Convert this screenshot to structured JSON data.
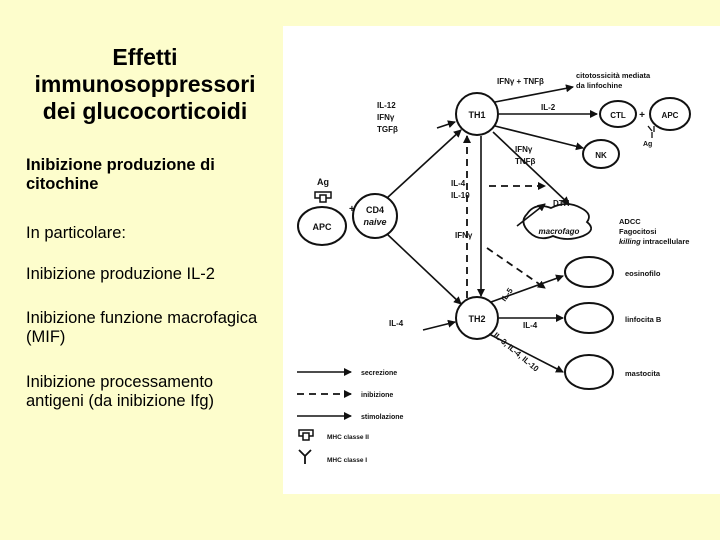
{
  "title": {
    "lines": [
      "Effetti",
      "immunosoppressori",
      "dei glucocorticoidi"
    ]
  },
  "bullets": [
    {
      "lines": [
        "Inibizione produzione di",
        "citochine"
      ],
      "bold": true
    },
    {
      "lines": [
        "In particolare:"
      ],
      "bold": false
    },
    {
      "lines": [
        "Inibizione produzione IL-2"
      ],
      "bold": false
    },
    {
      "lines": [
        "Inibizione funzione macrofagica",
        "(MIF)"
      ],
      "bold": false
    },
    {
      "lines": [
        "Inibizione processamento",
        "antigeni (da inibizione Ifg)"
      ],
      "bold": false
    }
  ],
  "diagram": {
    "nodes": {
      "th1": "TH1",
      "th2": "TH2",
      "cd4": "CD4",
      "naive": "naive",
      "apc_left": "APC",
      "ctl": "CTL",
      "apc_right": "APC",
      "nk": "NK",
      "ag_left": "Ag",
      "ag_right": "Ag",
      "plus_left": "+",
      "plus_right": "+"
    },
    "labels": {
      "il12": "IL-12",
      "ifng_left": "IFNγ",
      "tgfb": "TGFβ",
      "ifng_tnfb_top": "IFNγ + TNFβ",
      "cytotox_1": "citotossicità mediata",
      "cytotox_2": "da linfochine",
      "il2": "IL-2",
      "ifng_mid": "IFNγ",
      "tnfb_mid": "TNFβ",
      "il4_mid": "IL-4",
      "il10_mid": "IL-10",
      "dth": "DTH",
      "macrofago": "macrofago",
      "adcc": "ADCC",
      "fagocitosi": "Fagocitosi",
      "killing_1": "killing",
      "killing_2": " intracellulare",
      "ifng_low": "IFNγ",
      "il5": "IL-5",
      "eosinofilo": "eosinofilo",
      "il4_left": "IL-4",
      "il4_right": "IL-4",
      "linfocita_b": "linfocita B",
      "il_list": "IL-3, IL-4, IL-10",
      "mastocita": "mastocita"
    },
    "legend": {
      "secrezione": "secrezione",
      "inibizione": "inibizione",
      "stimolazione": "stimolazione",
      "mhc2": "MHC classe II",
      "mhc1": "MHC classe I"
    }
  }
}
